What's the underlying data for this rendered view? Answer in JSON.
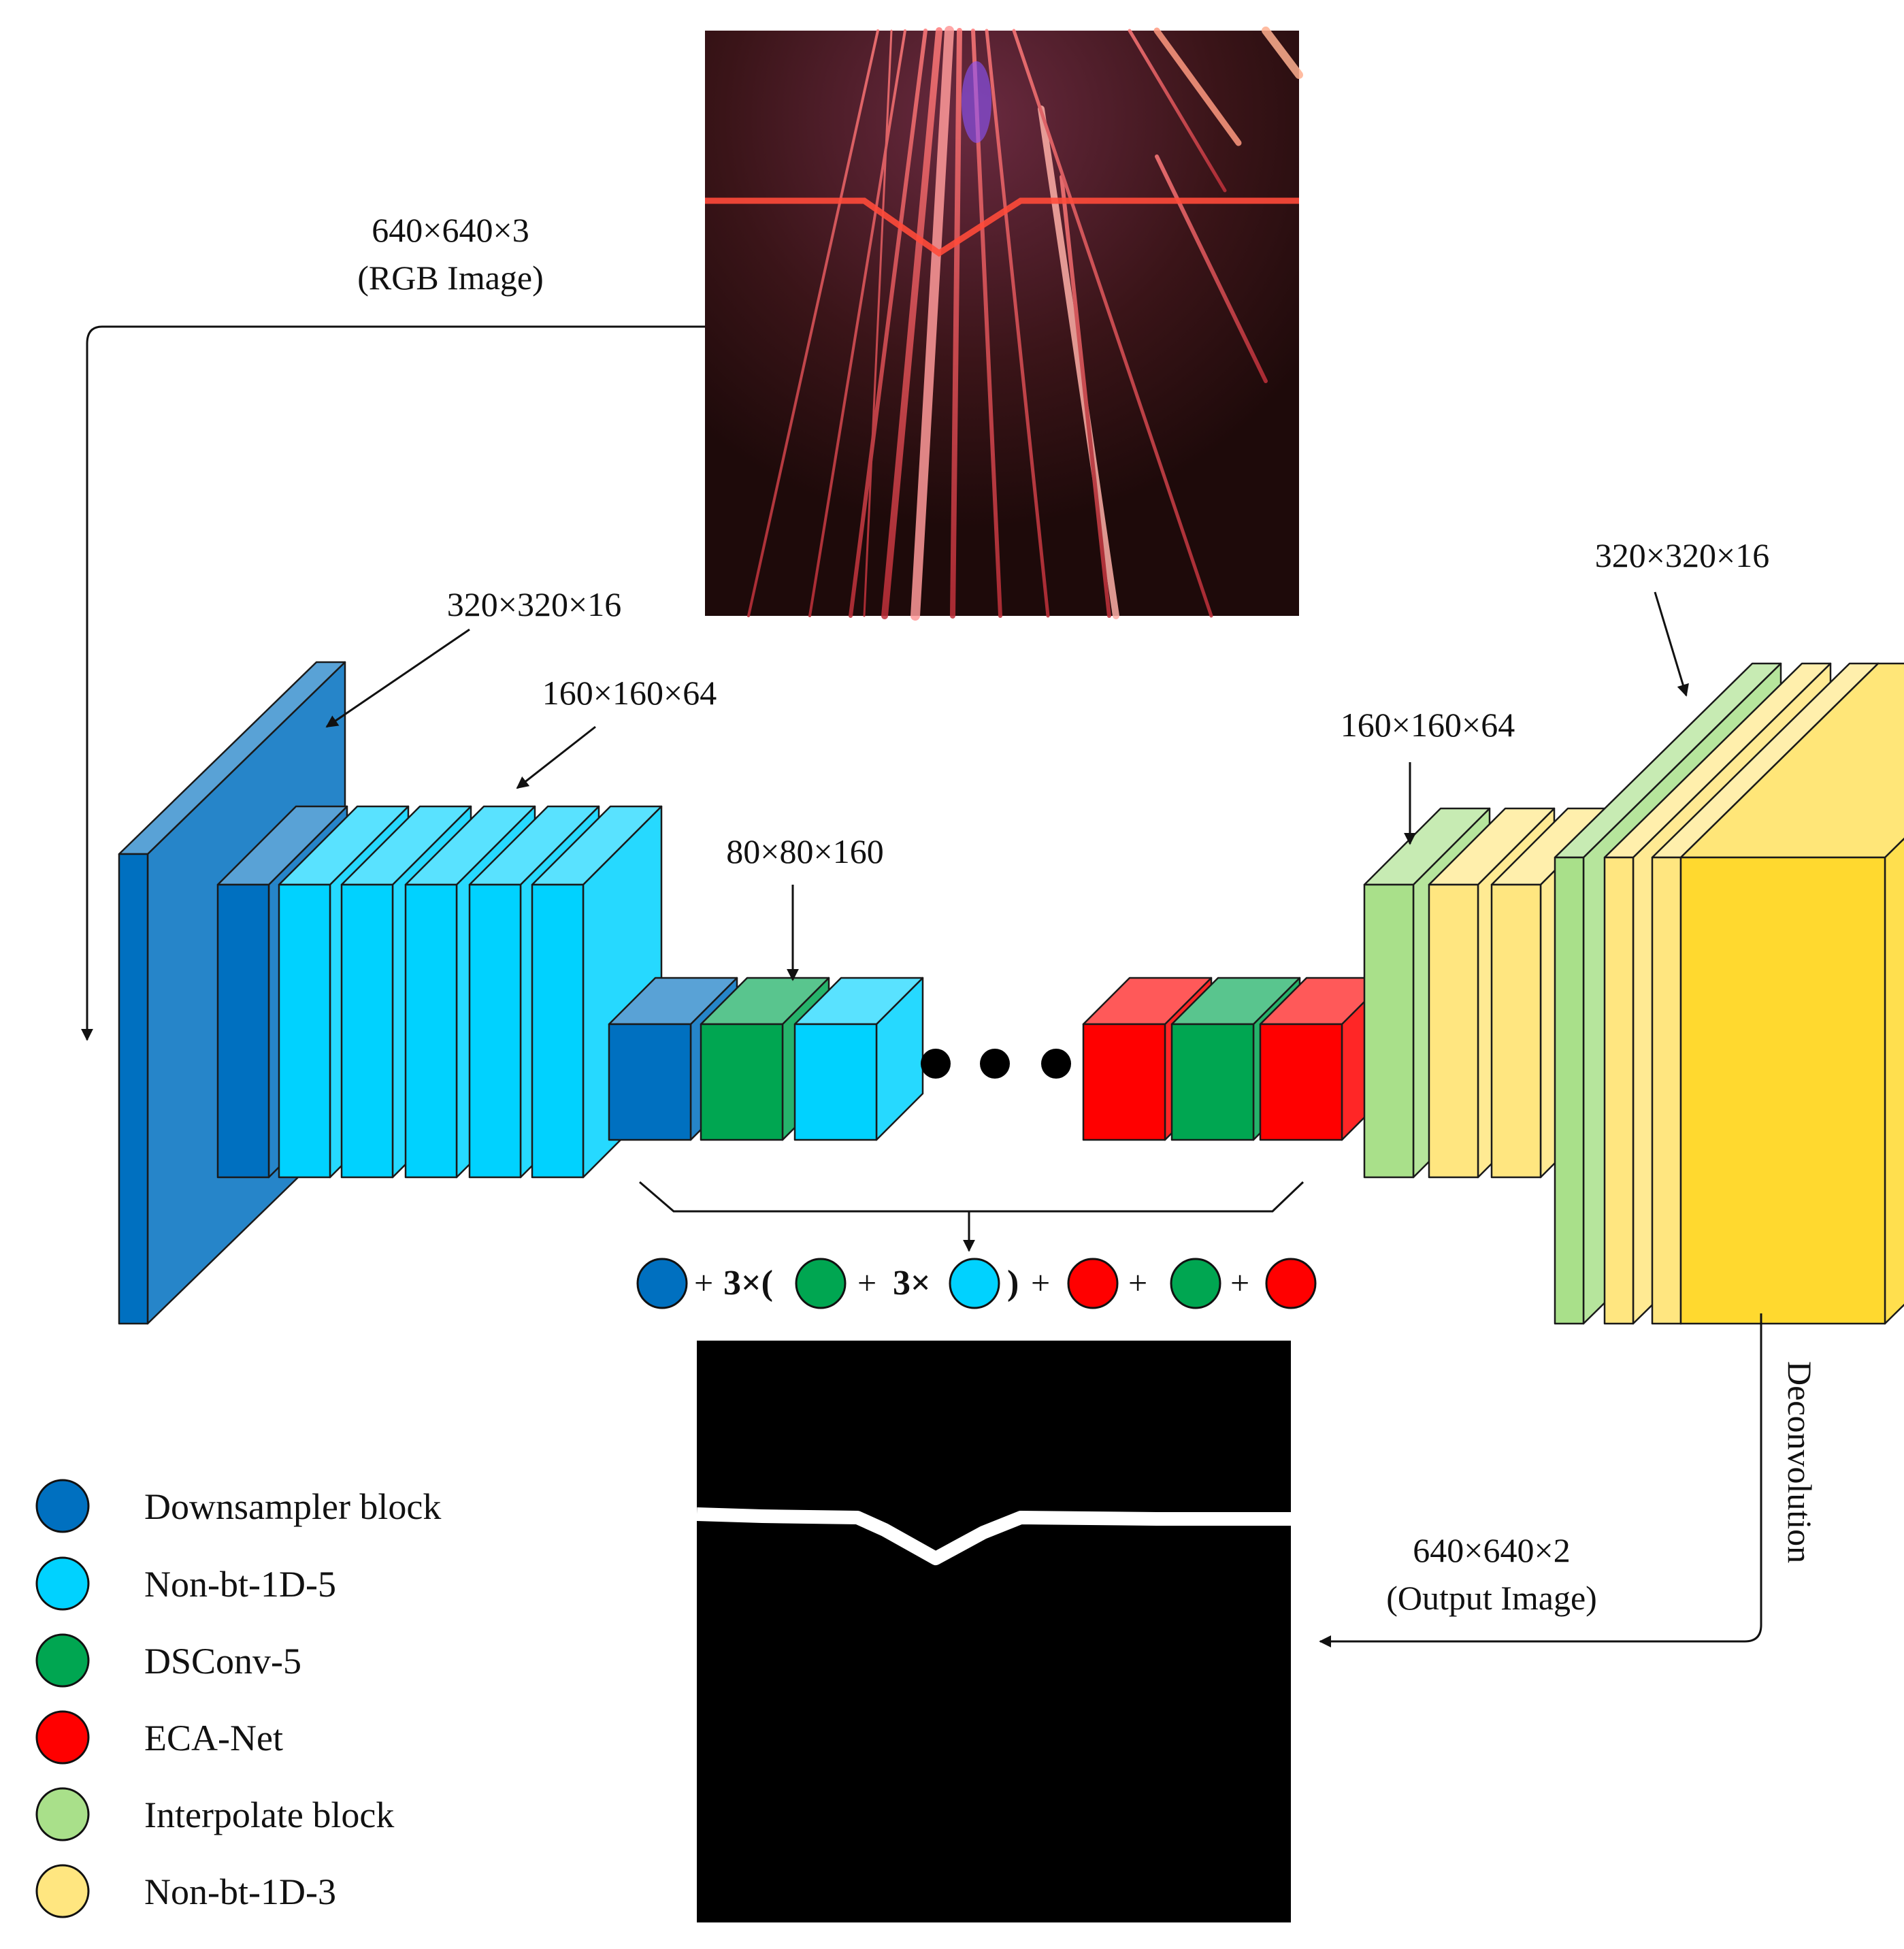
{
  "colors": {
    "downsampler": "#0070c0",
    "non_bt_5": "#00d2ff",
    "dsconv": "#00a651",
    "eca": "#ff0000",
    "interpolate": "#a9e08a",
    "non_bt_3": "#ffe680",
    "final": "#ffd92f"
  },
  "labels": {
    "input_dims": "640×640×3",
    "input_name": "(RGB Image)",
    "enc1": "320×320×16",
    "enc2": "160×160×64",
    "enc3": "80×80×160",
    "dec1": "160×160×64",
    "dec2": "320×320×16",
    "output_dims": "640×640×2",
    "output_name": "(Output Image)",
    "deconv": "Deconvolution"
  },
  "formula": {
    "plus": "+",
    "three_open": "3×(",
    "three": "3×",
    "close": ")"
  },
  "legend": [
    {
      "label": "Downsampler block",
      "color": "#0070c0"
    },
    {
      "label": "Non-bt-1D-5",
      "color": "#00d2ff"
    },
    {
      "label": "DSConv-5",
      "color": "#00a651"
    },
    {
      "label": "ECA-Net",
      "color": "#ff0000"
    },
    {
      "label": "Interpolate block",
      "color": "#a9e08a"
    },
    {
      "label": "Non-bt-1D-3",
      "color": "#ffe680"
    }
  ]
}
